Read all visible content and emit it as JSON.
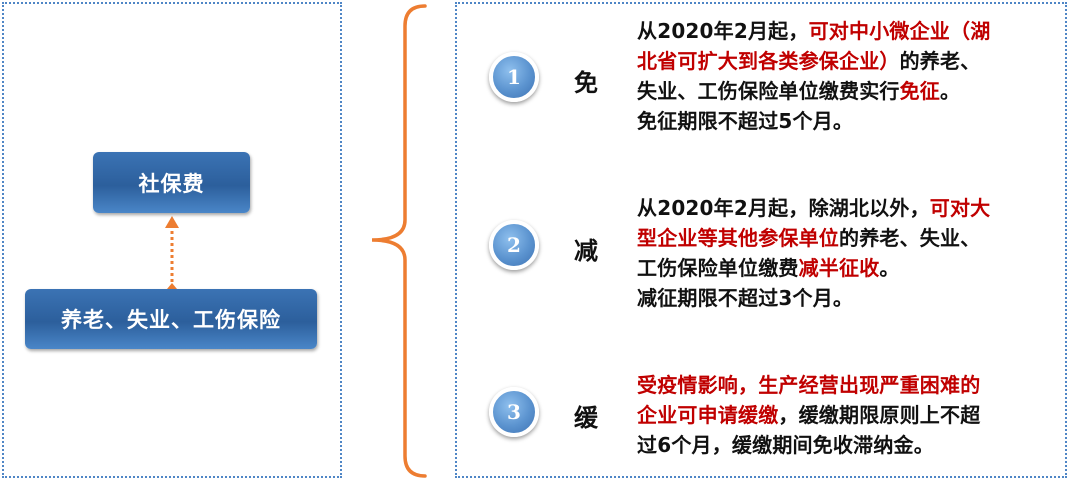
{
  "left": {
    "top_box": "社保费",
    "bottom_box": "养老、失业、工伤保险"
  },
  "colors": {
    "box_blue": "#2c5f9c",
    "connector_orange": "#ed7d31",
    "highlight_red": "#c00000",
    "border_blue": "#4f86c6"
  },
  "items": [
    {
      "number": "1",
      "label": "免",
      "lines": [
        [
          {
            "t": "从2020年2月起，"
          },
          {
            "t": "可对",
            "red": true
          },
          {
            "t": "中小微企业（湖",
            "red": true
          }
        ],
        [
          {
            "t": "北省可扩大到各类参保企业）",
            "red": true
          },
          {
            "t": "的养老、"
          }
        ],
        [
          {
            "t": "失业、工伤保险单位缴费实行"
          },
          {
            "t": "免征",
            "red": true
          },
          {
            "t": "。"
          }
        ],
        [
          {
            "t": "免征期限不超过5个月。"
          }
        ]
      ]
    },
    {
      "number": "2",
      "label": "减",
      "lines": [
        [
          {
            "t": "从2020年2月起，除湖北以外，"
          },
          {
            "t": "可对大",
            "red": true
          }
        ],
        [
          {
            "t": "型企业等其他参保单位",
            "red": true
          },
          {
            "t": "的养老、失业、"
          }
        ],
        [
          {
            "t": "工伤保险单位缴费"
          },
          {
            "t": "减半征收",
            "red": true
          },
          {
            "t": "。"
          }
        ],
        [
          {
            "t": "减征期限不超过3个月。"
          }
        ]
      ]
    },
    {
      "number": "3",
      "label": "缓",
      "lines": [
        [
          {
            "t": "受疫情影响，生产经营出现严重困难的",
            "red": true
          }
        ],
        [
          {
            "t": "企业可申请缓缴",
            "red": true
          },
          {
            "t": "，缓缴期限原则上不超"
          }
        ],
        [
          {
            "t": "过6个月，缓缴期间免收滞纳金。"
          }
        ]
      ]
    }
  ]
}
